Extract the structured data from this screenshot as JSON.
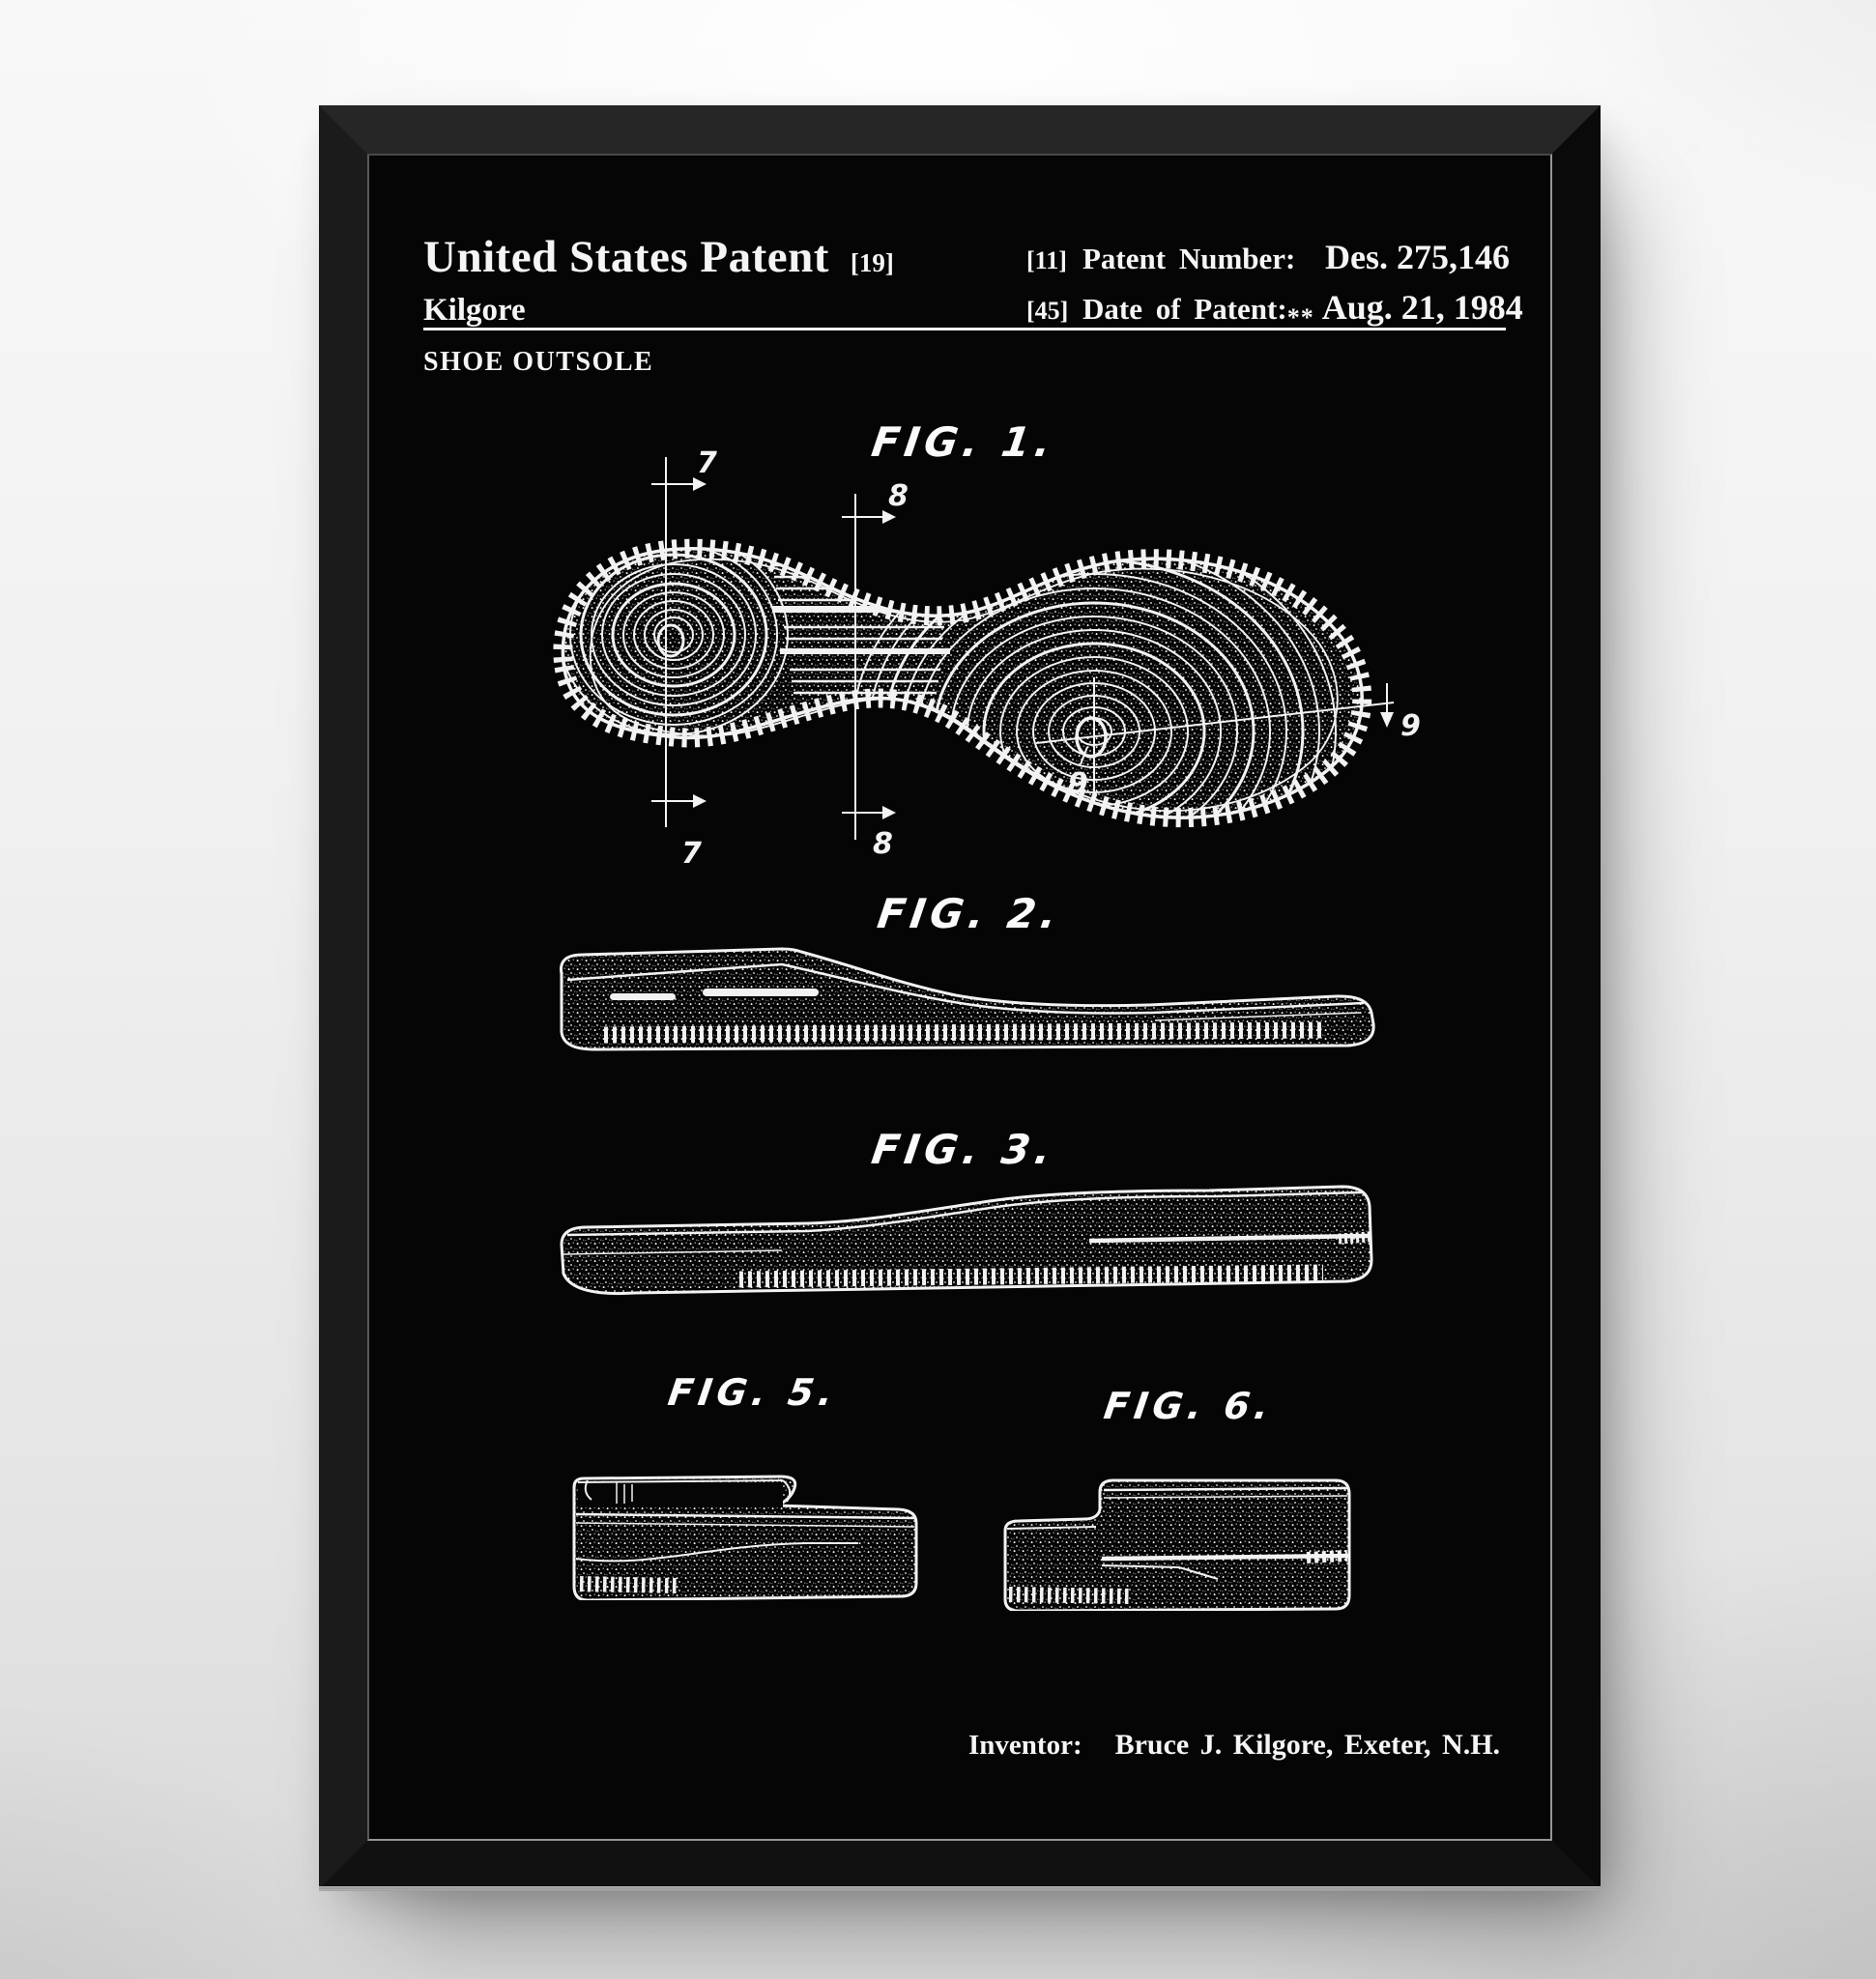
{
  "colors": {
    "wall": "#ededed",
    "frame": "#141414",
    "paper": "#050505",
    "ink": "#f5f5f5"
  },
  "patent": {
    "title": "United States Patent",
    "title_code": "[19]",
    "assignee": "Kilgore",
    "number_code": "[11]",
    "number_label": "Patent Number:",
    "number_value": "Des. 275,146",
    "date_code": "[45]",
    "date_label": "Date of Patent:",
    "date_stars": "**",
    "date_value": "Aug. 21, 1984",
    "subject": "SHOE OUTSOLE",
    "figures": {
      "fig1": "FIG. 1.",
      "fig2": "FIG. 2.",
      "fig3": "FIG. 3.",
      "fig5": "FIG. 5.",
      "fig6": "FIG. 6."
    },
    "fig1_refs": {
      "r7": "7",
      "r8": "8",
      "r9": "9"
    },
    "inventor_label": "Inventor:",
    "inventor_value": "Bruce J. Kilgore, Exeter, N.H."
  }
}
